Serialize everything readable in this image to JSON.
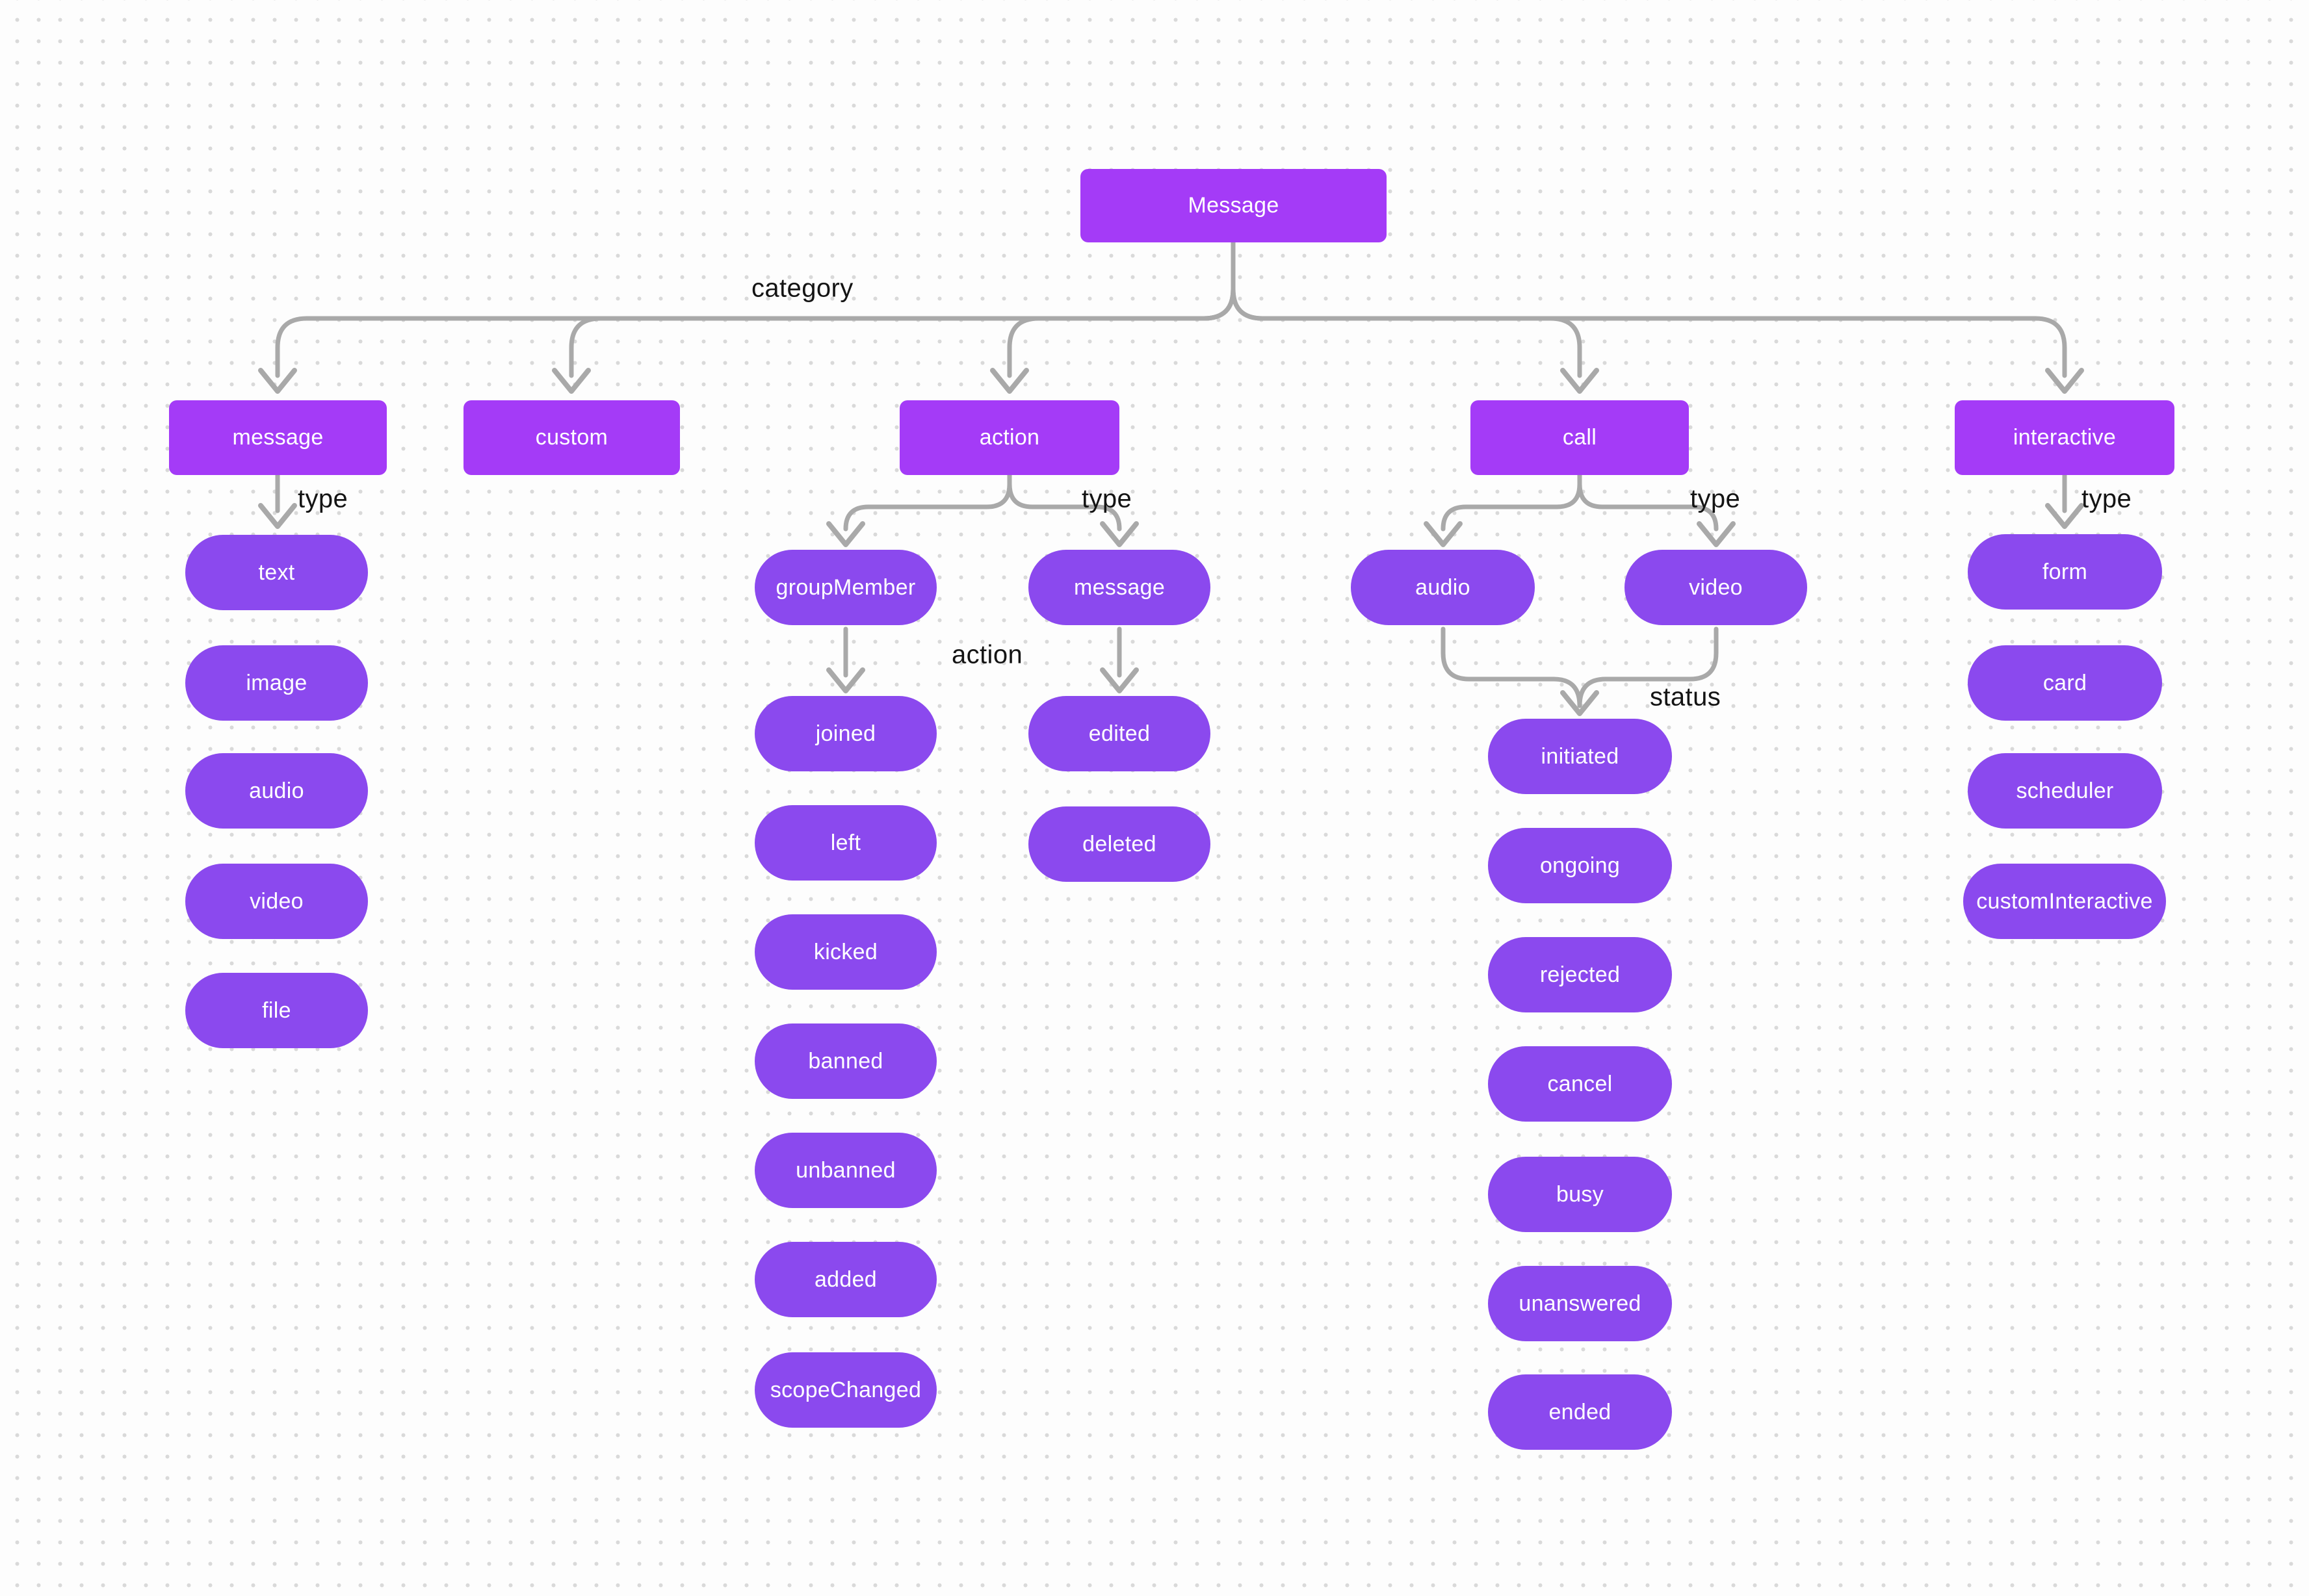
{
  "root": {
    "label": "Message"
  },
  "edge_labels": {
    "category": "category",
    "message_type": "type",
    "action_type": "type",
    "call_type": "type",
    "interactive_type": "type",
    "group_action": "action",
    "call_status": "status"
  },
  "categories": {
    "message": {
      "label": "message",
      "types": [
        "text",
        "image",
        "audio",
        "video",
        "file"
      ]
    },
    "custom": {
      "label": "custom"
    },
    "action": {
      "label": "action",
      "branches": {
        "groupMember": {
          "label": "groupMember",
          "actions": [
            "joined",
            "left",
            "kicked",
            "banned",
            "unbanned",
            "added",
            "scopeChanged"
          ]
        },
        "message": {
          "label": "message",
          "actions": [
            "edited",
            "deleted"
          ]
        }
      }
    },
    "call": {
      "label": "call",
      "types": [
        "audio",
        "video"
      ],
      "statuses": [
        "initiated",
        "ongoing",
        "rejected",
        "cancel",
        "busy",
        "unanswered",
        "ended"
      ]
    },
    "interactive": {
      "label": "interactive",
      "types": [
        "form",
        "card",
        "scheduler",
        "customInteractive"
      ]
    }
  },
  "colors": {
    "category_node": "#a43bf7",
    "child_node": "#8b49ee",
    "edge": "#a9a9a9",
    "node_text": "#ffffff",
    "edge_label_text": "#141414",
    "background": "#fdfdfd",
    "grid_dot": "#d9d9d9"
  }
}
